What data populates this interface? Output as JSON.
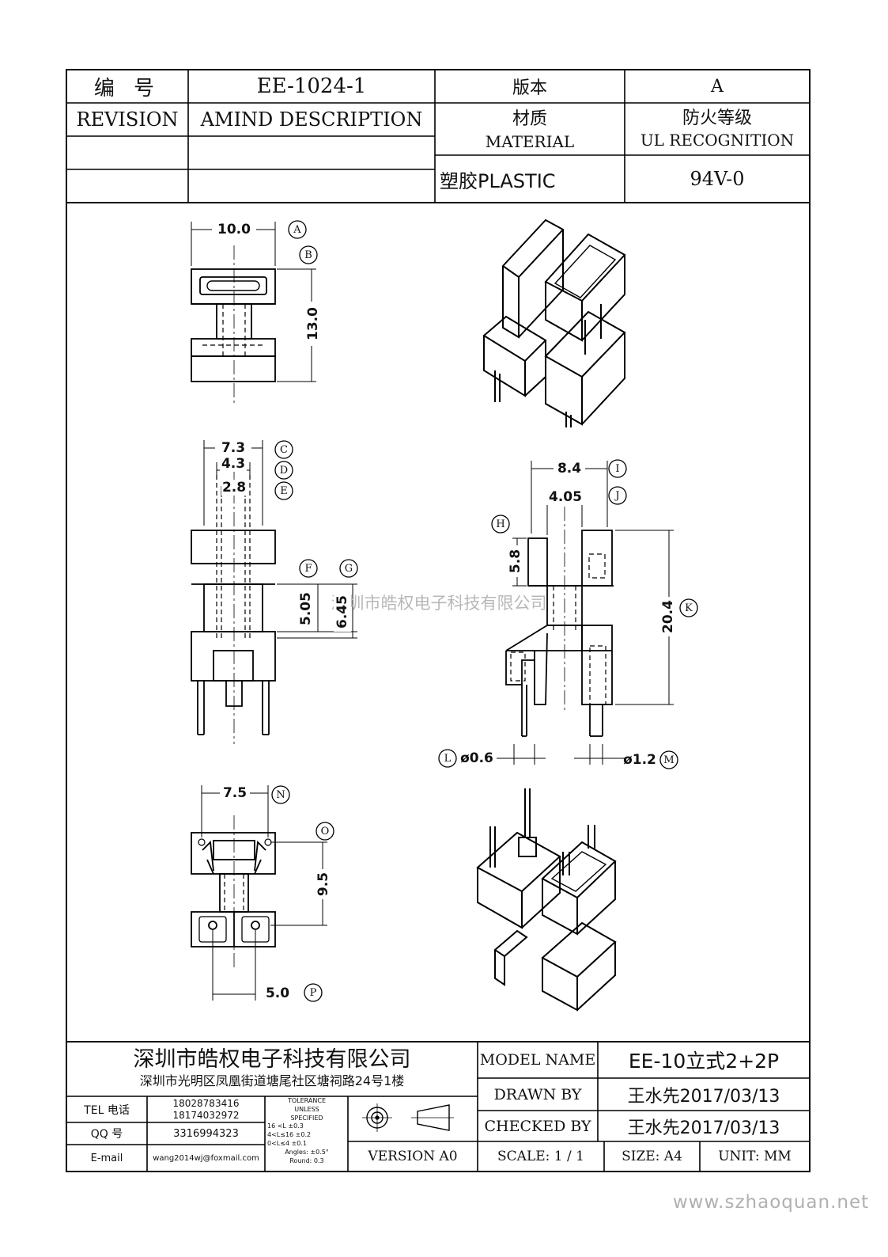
{
  "title_block": {
    "number_label": "编  号",
    "number_value": "EE-1024-1",
    "version_label": "版本",
    "version_value": "A",
    "revision_label": "REVISION",
    "amind_label": "AMIND DESCRIPTION",
    "material_label_cn": "材质",
    "material_label_en": "MATERIAL",
    "fire_label_cn": "防火等级",
    "fire_label_en": "UL RECOGNITION",
    "material_value": "塑胶PLASTIC",
    "fire_value": "94V-0"
  },
  "watermark": "深圳市皓权电子科技有限公司",
  "top_view": {
    "width_dim": "10.0",
    "height_dim": "13.0",
    "callout_a": "A",
    "callout_b": "B"
  },
  "front_view": {
    "dim_c": "7.3",
    "dim_d": "4.3",
    "dim_e": "2.8",
    "dim_f": "5.05",
    "dim_g": "6.45",
    "callout_c": "C",
    "callout_d": "D",
    "callout_e": "E",
    "callout_f": "F",
    "callout_g": "G"
  },
  "side_view": {
    "dim_i": "8.4",
    "dim_j": "4.05",
    "dim_h": "5.8",
    "dim_k": "20.4",
    "dim_l": "ø0.6",
    "dim_m": "ø1.2",
    "callout_h": "H",
    "callout_i": "I",
    "callout_j": "J",
    "callout_k": "K",
    "callout_l": "L",
    "callout_m": "M"
  },
  "bottom_view": {
    "dim_n": "7.5",
    "dim_o": "9.5",
    "dim_p": "5.0",
    "callout_n": "N",
    "callout_o": "O",
    "callout_p": "P"
  },
  "footer": {
    "company": "深圳市皓权电子科技有限公司",
    "address": "深圳市光明区凤凰街道塘尾社区塘祠路24号1楼",
    "tel_label": "TEL 电话",
    "tel_values": [
      "18028783416",
      "18174032972"
    ],
    "qq_label": "QQ  号",
    "qq_value": "3316994323",
    "email_label": "E-mail",
    "email_value": "wang2014wj@foxmail.com",
    "tolerance": [
      "TOLERANCE",
      "UNLESS",
      "SPECIFIED",
      "16 <L        ±0.3",
      "4<L≤16      ±0.2",
      "0<L≤4       ±0.1",
      "Angles: ±0.5°",
      "Round: 0.3"
    ],
    "version": "VERSION A0",
    "model_label": "MODEL NAME",
    "model_value": "EE-10立式2+2P",
    "drawn_label": "DRAWN BY",
    "drawn_value": "王水先2017/03/13",
    "checked_label": "CHECKED BY",
    "checked_value": "王水先2017/03/13",
    "scale": "SCALE: 1 / 1",
    "size": "SIZE: A4",
    "unit": "UNIT: MM"
  },
  "site_watermark": "www.szhaoquan.net"
}
